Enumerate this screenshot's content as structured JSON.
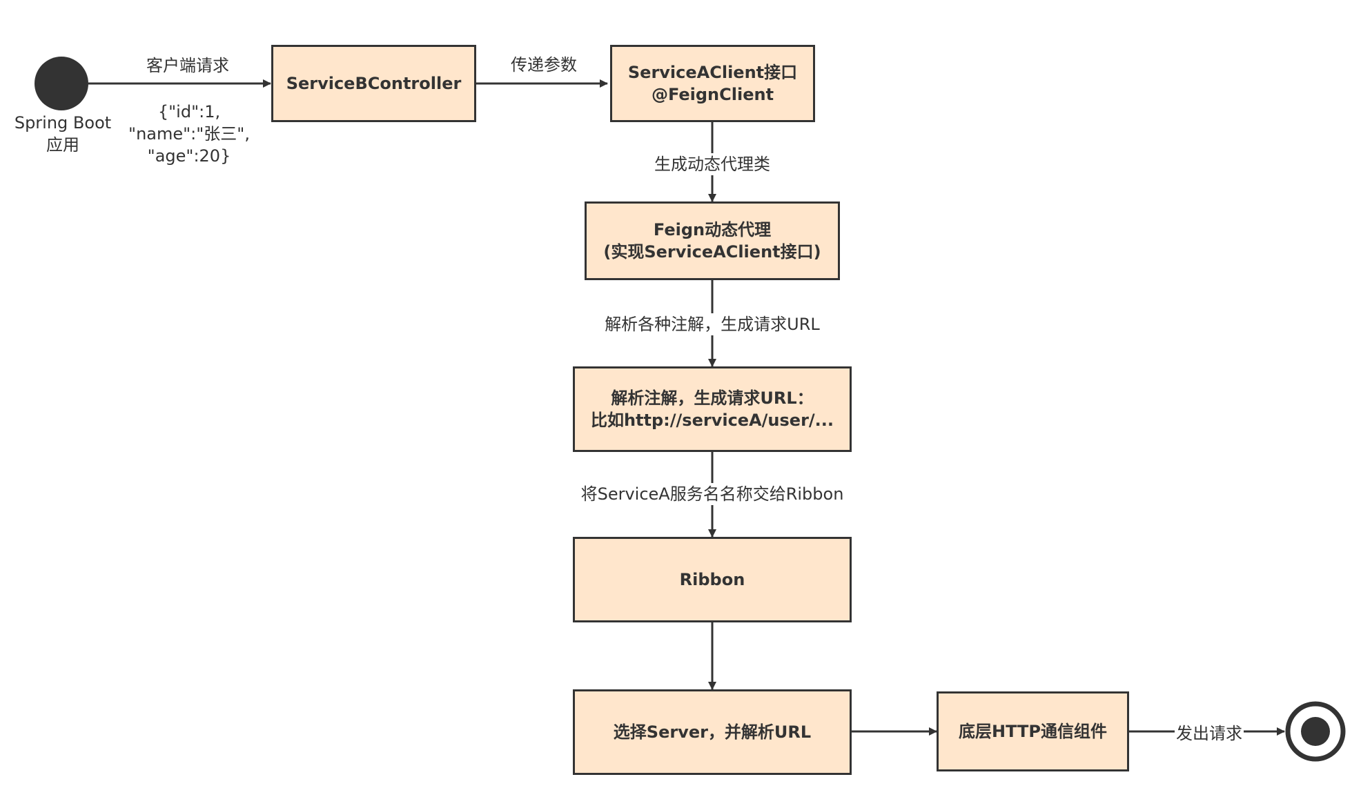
{
  "colors": {
    "box_fill": "#ffe6cc",
    "stroke": "#333333",
    "background": "#ffffff"
  },
  "nodes": {
    "start": {
      "icon": "filled-circle-start-icon",
      "label_1": "Spring Boot",
      "label_2": "应用"
    },
    "controller": {
      "label": "ServiceBController"
    },
    "client": {
      "line_1": "ServiceAClient接口",
      "line_2": "@FeignClient"
    },
    "proxy": {
      "line_1": "Feign动态代理",
      "line_2": "(实现ServiceAClient接口)"
    },
    "parse": {
      "line_1": "解析注解，生成请求URL：",
      "line_2": "比如http://serviceA/user/..."
    },
    "ribbon": {
      "label": "Ribbon"
    },
    "select": {
      "label": "选择Server，并解析URL"
    },
    "http": {
      "label": "底层HTTP通信组件"
    },
    "end": {
      "icon": "end-state-circle-icon"
    }
  },
  "edges": {
    "client_request": "客户端请求",
    "request_body": {
      "line_1": "{\"id\":1,",
      "line_2": "\"name\":\"张三\",",
      "line_3": "\"age\":20}"
    },
    "pass_params": "传递参数",
    "gen_proxy": "生成动态代理类",
    "parse_annotations": "解析各种注解，生成请求URL",
    "to_ribbon": "将ServiceA服务名名称交给Ribbon",
    "send_request": "发出请求"
  }
}
